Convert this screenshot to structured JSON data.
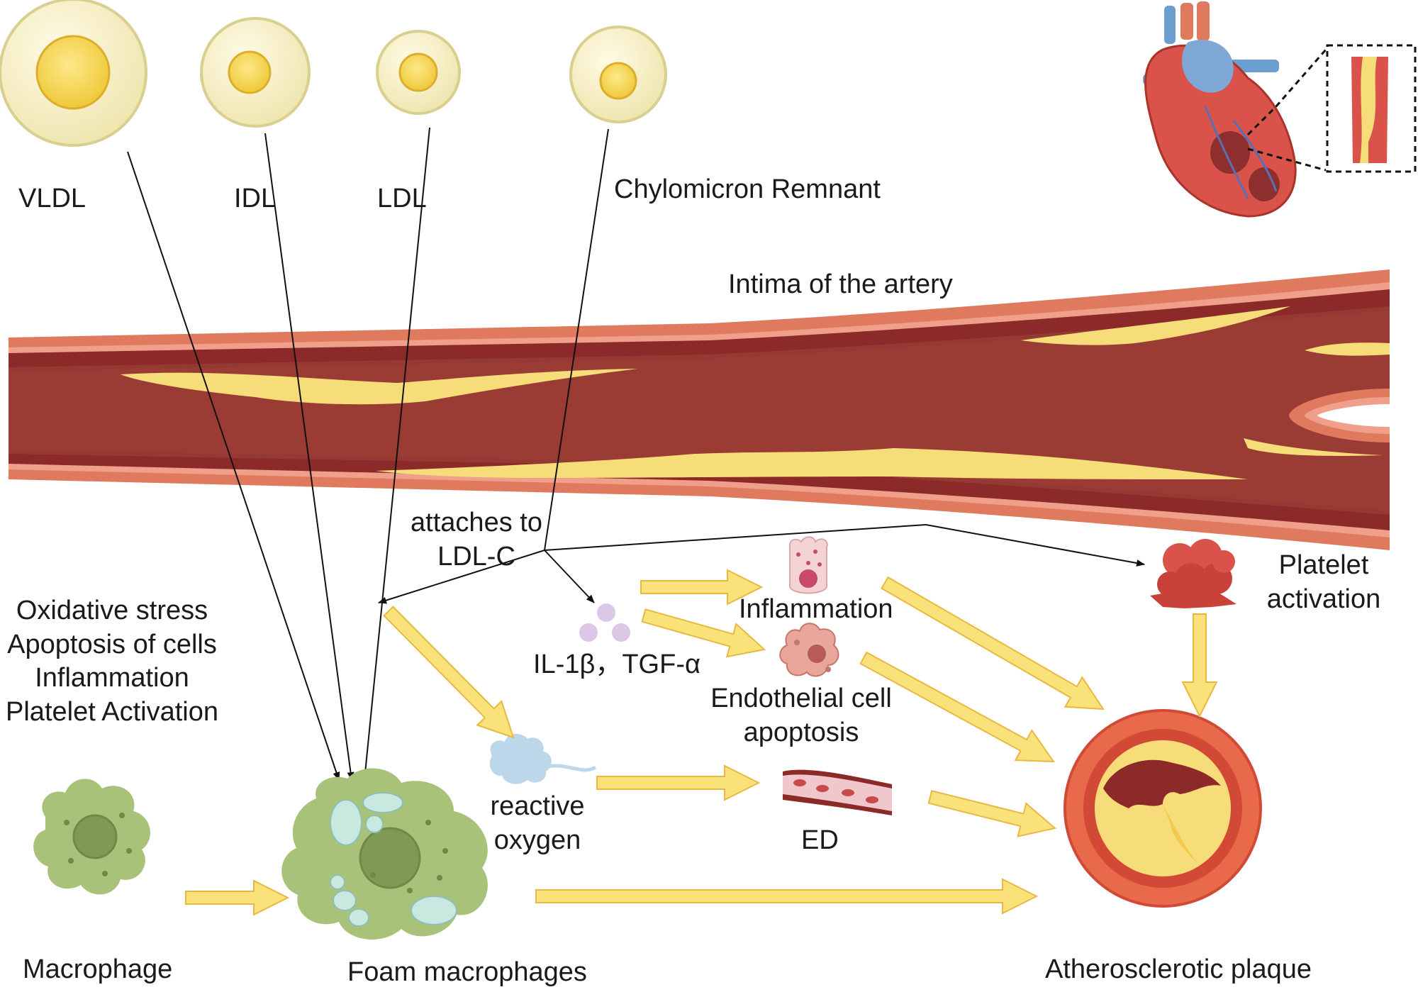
{
  "lipoproteins": {
    "vldl": "VLDL",
    "idl": "IDL",
    "ldl": "LDL",
    "chylomicron": "Chylomicron Remnant"
  },
  "artery_label": "Intima of the artery",
  "attaches_to": [
    "attaches to",
    "LDL-C"
  ],
  "effects_list": [
    "Oxidative stress",
    "Apoptosis of cells",
    "Inflammation",
    "Platelet Activation"
  ],
  "cytokines": "IL-1β，TGF-α",
  "inflammation": "Inflammation",
  "endothelial": [
    "Endothelial cell",
    "apoptosis"
  ],
  "platelet": [
    "Platelet",
    "activation"
  ],
  "reactive": [
    "reactive",
    "oxygen"
  ],
  "ed": "ED",
  "macrophage": "Macrophage",
  "foam": "Foam macrophages",
  "plaque": "Atherosclerotic plaque",
  "colors": {
    "arrow_fill": "#f9e27a",
    "arrow_stroke": "#e8b941",
    "vessel_outer": "#e07a5f",
    "vessel_inner": "#8c2a2a",
    "plaque_yellow": "#f7dd7a",
    "macrophage_green": "#a9c27a"
  }
}
